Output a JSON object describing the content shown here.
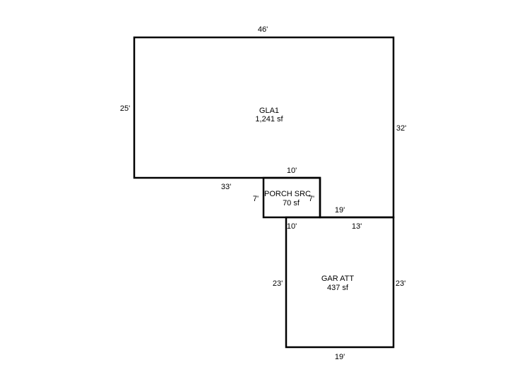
{
  "areas": {
    "gla1": {
      "name": "GLA1",
      "area": "1,241 sf"
    },
    "porch": {
      "name": "PORCH SRC",
      "area": "70 sf"
    },
    "garage": {
      "name": "GAR ATT",
      "area": "437 sf"
    }
  },
  "dimensions": {
    "gla_top": "46'",
    "gla_left": "25'",
    "gla_right": "32'",
    "gla_bottom_left": "33'",
    "gla_bottom_right": "19'",
    "porch_top": "10'",
    "porch_left": "7'",
    "porch_right": "7'",
    "porch_bottom": "10'",
    "garage_top": "13'",
    "garage_left": "23'",
    "garage_right": "23'",
    "garage_bottom": "19'"
  },
  "colors": {
    "line": "#000000",
    "background": "#ffffff"
  }
}
